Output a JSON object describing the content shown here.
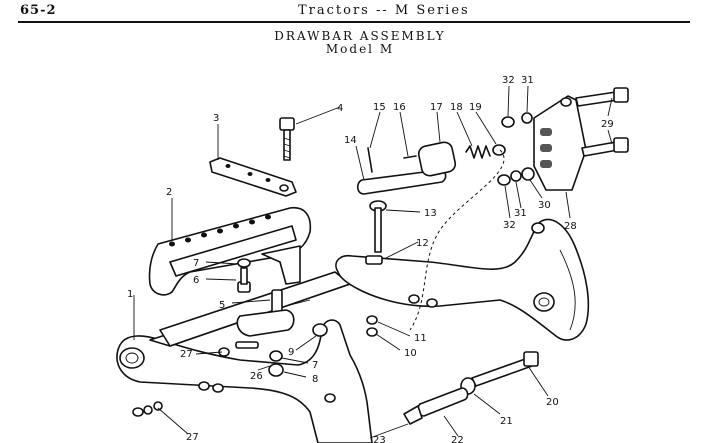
{
  "header": {
    "page_number": "65-2",
    "section_title": "Tractors -- M Series"
  },
  "diagram": {
    "title": "DRAWBAR ASSEMBLY",
    "subtitle": "Model M"
  },
  "callouts": [
    "1",
    "2",
    "3",
    "4",
    "5",
    "6",
    "7",
    "7",
    "8",
    "9",
    "10",
    "11",
    "12",
    "13",
    "14",
    "15",
    "16",
    "17",
    "18",
    "19",
    "20",
    "21",
    "22",
    "23",
    "26",
    "27",
    "27",
    "28",
    "29",
    "30",
    "31",
    "31",
    "32",
    "32"
  ]
}
